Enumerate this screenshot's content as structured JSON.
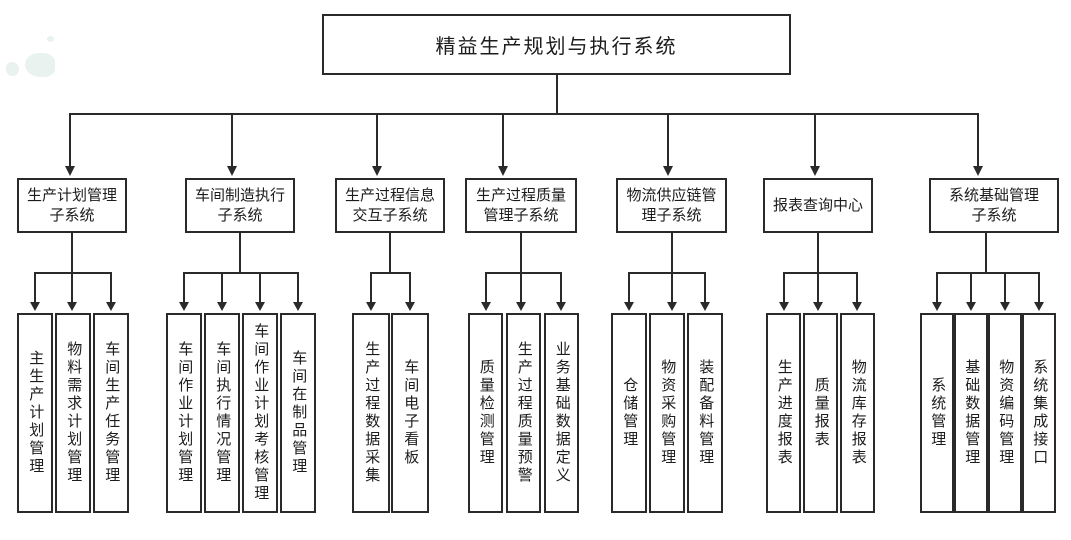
{
  "colors": {
    "background": "#ffffff",
    "line": "#2a2a2a",
    "watermark_smudge": "#e9f2ee"
  },
  "root": {
    "label": "精益生产规划与执行系统"
  },
  "subsystems": [
    {
      "label": "生产计划管理子系统",
      "children": [
        "主生产计划管理",
        "物料需求计划管理",
        "车间生产任务管理"
      ]
    },
    {
      "label": "车间制造执行子系统",
      "children": [
        "车间作业计划管理",
        "车间执行情况管理",
        "车间作业计划考核管理",
        "车间在制品管理"
      ]
    },
    {
      "label": "生产过程信息交互子系统",
      "children": [
        "生产过程数据采集",
        "车间电子看板"
      ]
    },
    {
      "label": "生产过程质量管理子系统",
      "children": [
        "质量检测管理",
        "生产过程质量预警",
        "业务基础数据定义"
      ]
    },
    {
      "label": "物流供应链管理子系统",
      "children": [
        "仓储管理",
        "物资采购管理",
        "装配备料管理"
      ]
    },
    {
      "label": "报表查询中心",
      "children": [
        "生产进度报表",
        "质量报表",
        "物流库存报表"
      ]
    },
    {
      "label": "系统基础管理子系统",
      "children": [
        "系统管理",
        "基础数据管理",
        "物资编码管理",
        "系统集成接口"
      ]
    }
  ]
}
